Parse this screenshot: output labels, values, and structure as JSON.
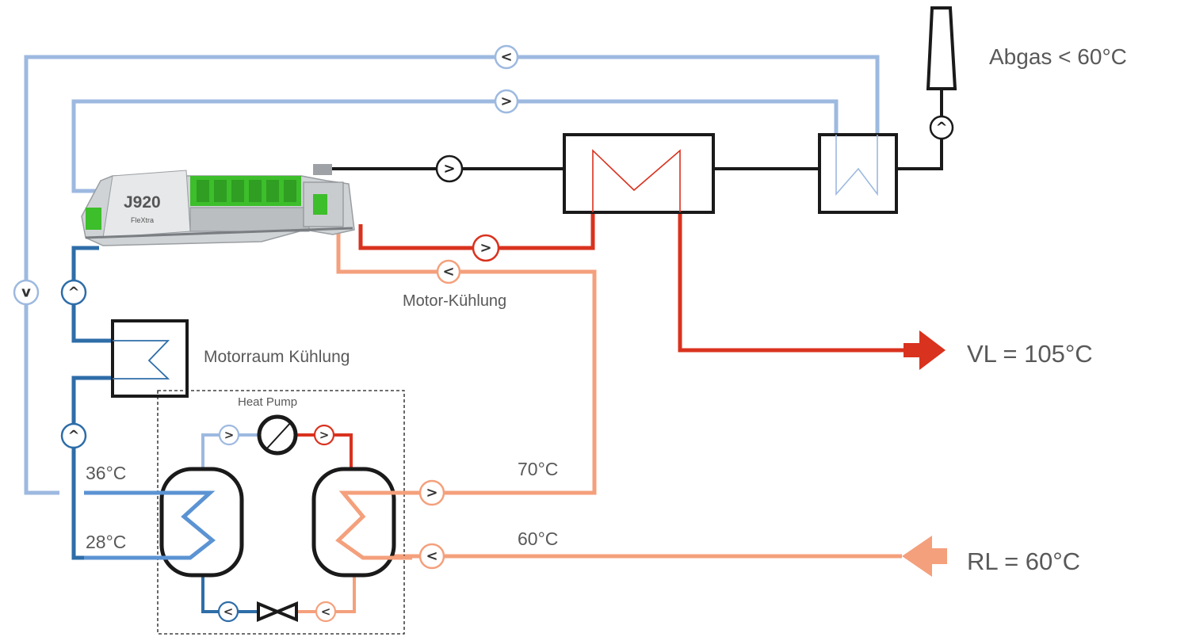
{
  "engine": {
    "model": "J920",
    "variant": "FleXtra"
  },
  "labels": {
    "exhaust": "Abgas < 60°C",
    "engine_cooling": "Motor-Kühlung",
    "engine_room_cooling": "Motorraum Kühlung",
    "heat_pump": "Heat Pump",
    "supply": "VL = 105°C",
    "return": "RL = 60°C",
    "t36": "36°C",
    "t28": "28°C",
    "t70": "70°C",
    "t60": "60°C"
  },
  "flow_glyphs": {
    "left": "<",
    "right": ">",
    "up": "^",
    "down": "v"
  },
  "colors": {
    "light_blue": "#9DB9E0",
    "dark_blue": "#2E6DA8",
    "red": "#D9321E",
    "salmon": "#F4A07C",
    "black": "#1a1a1a",
    "engine_green": "#3DBE2B",
    "engine_grey": "#C9CCCE"
  },
  "icons": [
    "pump-icon",
    "valve-icon",
    "exhaust-stack-icon",
    "supply-arrow-icon",
    "return-arrow-icon"
  ]
}
